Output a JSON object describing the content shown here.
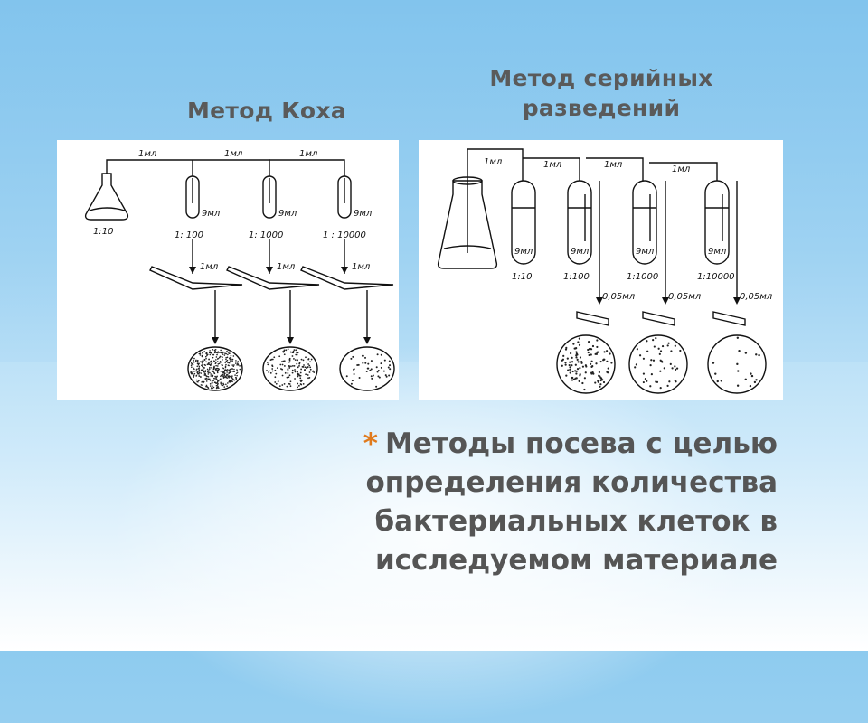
{
  "headings": {
    "koch": "Метод Коха",
    "serial": "Метод серийных разведений"
  },
  "koch_diagram": {
    "transfer_labels": [
      "1мл",
      "1мл",
      "1мл"
    ],
    "tube_volume_labels": [
      "9мл",
      "9мл",
      "9мл"
    ],
    "flask_ratio": "1:10",
    "tube_ratios": [
      "1: 100",
      "1: 1000",
      "1 : 10000"
    ],
    "plating_labels": [
      "1мл",
      "1мл",
      "1мл"
    ]
  },
  "serial_diagram": {
    "transfer_labels": [
      "1мл",
      "1мл",
      "1мл",
      "1мл"
    ],
    "tube_volume_labels": [
      "9мл",
      "9мл",
      "9мл",
      "9мл"
    ],
    "tube_ratios": [
      "1:10",
      "1:100",
      "1:1000",
      "1:10000"
    ],
    "plating_labels": [
      "0,05мл",
      "0,05мл",
      "0,05мл"
    ]
  },
  "caption": {
    "bullet": "*",
    "text": "Методы посева с целью определения количества бактериальных клеток в исследуемом материале"
  }
}
